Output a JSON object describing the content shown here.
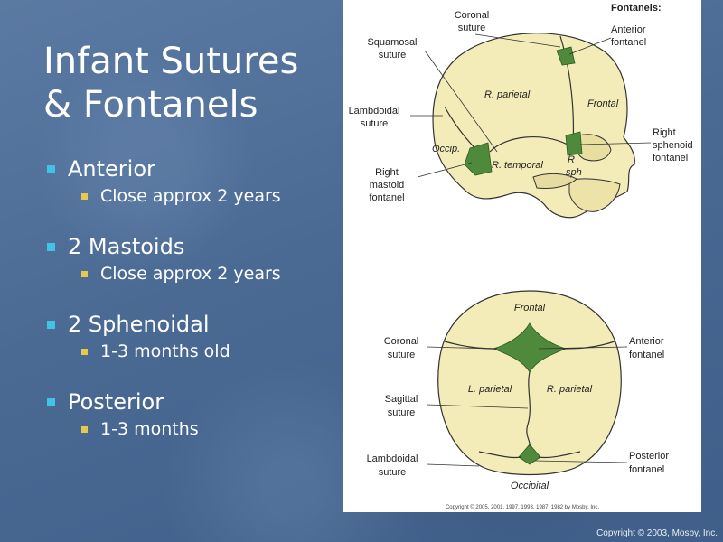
{
  "slide": {
    "title_line1": "Infant Sutures",
    "title_line2": "& Fontanels",
    "copyright": "Copyright © 2003, Mosby, Inc."
  },
  "bullets": [
    {
      "label": "Anterior",
      "sub": "Close approx 2 years"
    },
    {
      "label": "2 Mastoids",
      "sub": "Close approx 2 years"
    },
    {
      "label": "2 Sphenoidal",
      "sub": "1-3 months old"
    },
    {
      "label": "Posterior",
      "sub": "1-3 months"
    }
  ],
  "figure": {
    "heading": "Fontanels:",
    "side": {
      "coronal": [
        "Coronal",
        "suture"
      ],
      "squamosal": [
        "Squamosal",
        "suture"
      ],
      "anterior": [
        "Anterior",
        "fontanel"
      ],
      "lambdoidal": [
        "Lambdoidal",
        "suture"
      ],
      "right_sphenoid": [
        "Right",
        "sphenoid",
        "fontanel"
      ],
      "right_mastoid": [
        "Right",
        "mastoid",
        "fontanel"
      ],
      "r_parietal": "R. parietal",
      "frontal": "Frontal",
      "occip": "Occip.",
      "r_temporal": "R. temporal",
      "r_sph": [
        "R",
        "sph"
      ]
    },
    "top": {
      "frontal": "Frontal",
      "coronal": [
        "Coronal",
        "suture"
      ],
      "anterior": [
        "Anterior",
        "fontanel"
      ],
      "sagittal": [
        "Sagittal",
        "suture"
      ],
      "l_parietal": "L. parietal",
      "r_parietal": "R. parietal",
      "lambdoidal": [
        "Lambdoidal",
        "suture"
      ],
      "posterior": [
        "Posterior",
        "fontanel"
      ],
      "occipital": "Occipital"
    },
    "figure_copyright": "Copyright © 2005, 2001, 1997, 1993, 1987, 1982 by Mosby, Inc."
  },
  "colors": {
    "bone": "#f4ecb8",
    "fontanel": "#4f8a3c",
    "bullet_l1": "#3fc4e8",
    "bullet_l2": "#e8c84a"
  }
}
